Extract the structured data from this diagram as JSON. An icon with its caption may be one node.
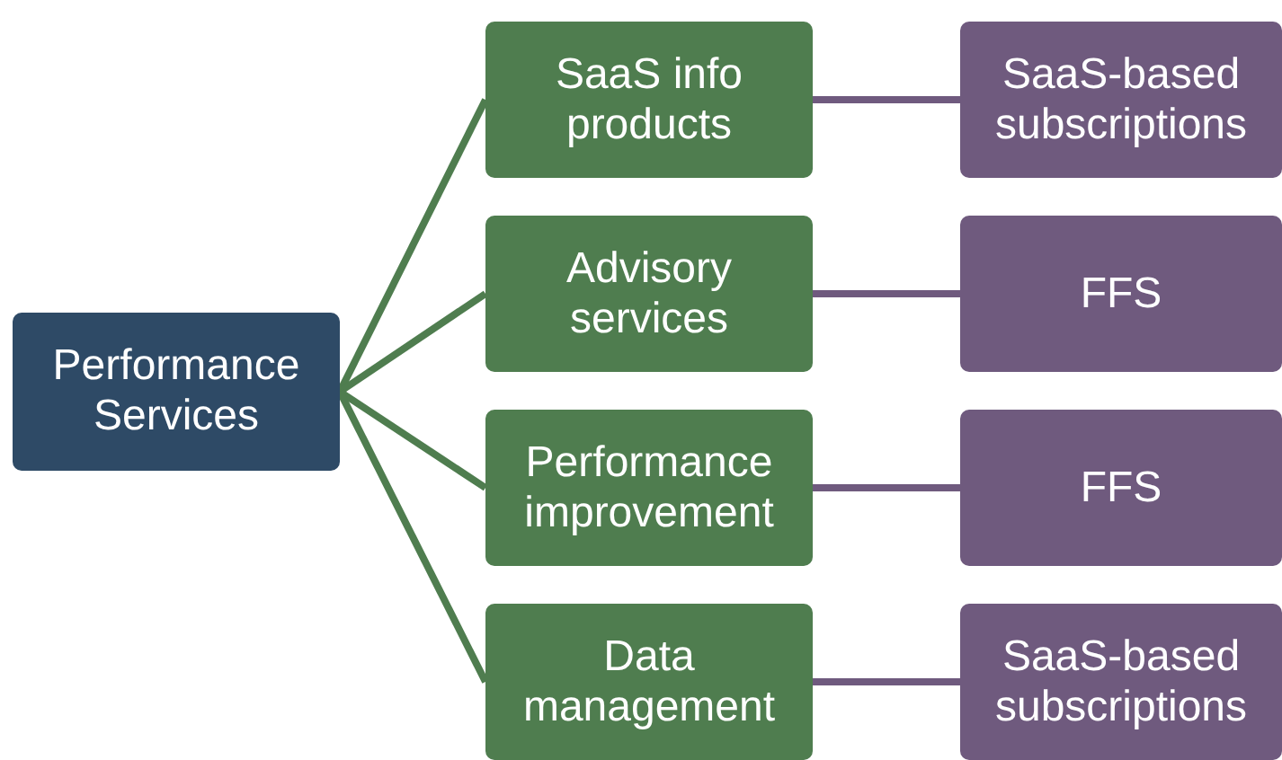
{
  "diagram": {
    "nodes": [
      {
        "text": [
          "Performance Services"
        ]
      },
      {
        "text": [
          "SaaS info products"
        ]
      },
      {
        "text": [
          "SaaS-based subscriptions"
        ]
      },
      {
        "text": [
          "Advisory services"
        ]
      },
      {
        "text": [
          "FFS"
        ]
      },
      {
        "text": [
          "Performance improvement"
        ]
      },
      {
        "text": [
          "FFS"
        ]
      },
      {
        "text": [
          "Data management"
        ]
      },
      {
        "text": [
          "SaaS-based subscriptions"
        ]
      }
    ],
    "edges": [
      {
        "from": 0,
        "to": 1,
        "arrow": "none",
        "color": "#4f7d4f"
      },
      {
        "from": 0,
        "to": 3,
        "arrow": "none",
        "color": "#4f7d4f"
      },
      {
        "from": 0,
        "to": 5,
        "arrow": "none",
        "color": "#4f7d4f"
      },
      {
        "from": 0,
        "to": 7,
        "arrow": "none",
        "color": "#4f7d4f"
      },
      {
        "from": 1,
        "to": 2,
        "arrow": "none",
        "color": "#6f5a7e"
      },
      {
        "from": 3,
        "to": 4,
        "arrow": "none",
        "color": "#6f5a7e"
      },
      {
        "from": 5,
        "to": 6,
        "arrow": "none",
        "color": "#6f5a7e"
      },
      {
        "from": 7,
        "to": 8,
        "arrow": "none",
        "color": "#6f5a7e"
      }
    ]
  }
}
